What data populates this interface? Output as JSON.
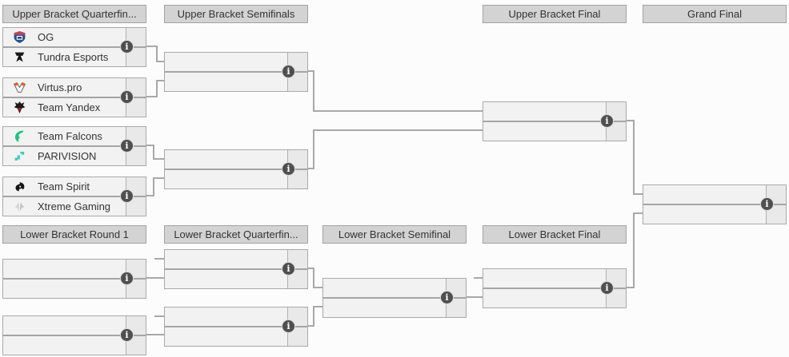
{
  "round_headers": {
    "upper_bracket_quarterfinals": "Upper Bracket Quarterfin...",
    "upper_bracket_semifinals": "Upper Bracket Semifinals",
    "upper_bracket_final": "Upper Bracket Final",
    "grand_final": "Grand Final",
    "lower_bracket_round1": "Lower Bracket Round 1",
    "lower_bracket_quarterfinals": "Lower Bracket Quarterfin...",
    "lower_bracket_semifinal": "Lower Bracket Semifinal",
    "lower_bracket_final": "Lower Bracket Final"
  },
  "icons": {
    "info": "i"
  },
  "colors": {
    "box_fill": "#f2f2f2",
    "box_border": "#a9a9a9",
    "score_fill": "#e9e9e9",
    "header_fill": "#d3d3d3",
    "connector": "#a8a8a8",
    "info_badge": "#4f4f4f",
    "team_falcons_green": "#1ec283",
    "parivision_teal": "#2fd0bd",
    "virtus_pro_orange": "#ff5900",
    "og_blue": "#274f8d",
    "og_red": "#c9444d",
    "yandex_red": "#cf1322"
  },
  "matches": {
    "ub_qf1": {
      "team1": {
        "name": "OG",
        "score": ""
      },
      "team2": {
        "name": "Tundra Esports",
        "score": ""
      }
    },
    "ub_qf2": {
      "team1": {
        "name": "Virtus.pro",
        "score": ""
      },
      "team2": {
        "name": "Team Yandex",
        "score": ""
      }
    },
    "ub_qf3": {
      "team1": {
        "name": "Team Falcons",
        "score": ""
      },
      "team2": {
        "name": "PARIVISION",
        "score": ""
      }
    },
    "ub_qf4": {
      "team1": {
        "name": "Team Spirit",
        "score": ""
      },
      "team2": {
        "name": "Xtreme Gaming",
        "score": ""
      }
    },
    "ub_sf1": {
      "team1": {
        "name": "",
        "score": ""
      },
      "team2": {
        "name": "",
        "score": ""
      }
    },
    "ub_sf2": {
      "team1": {
        "name": "",
        "score": ""
      },
      "team2": {
        "name": "",
        "score": ""
      }
    },
    "ub_final": {
      "team1": {
        "name": "",
        "score": ""
      },
      "team2": {
        "name": "",
        "score": ""
      }
    },
    "grand_final": {
      "team1": {
        "name": "",
        "score": ""
      },
      "team2": {
        "name": "",
        "score": ""
      }
    },
    "lb_r1_m1": {
      "team1": {
        "name": "",
        "score": ""
      },
      "team2": {
        "name": "",
        "score": ""
      }
    },
    "lb_r1_m2": {
      "team1": {
        "name": "",
        "score": ""
      },
      "team2": {
        "name": "",
        "score": ""
      }
    },
    "lb_qf1": {
      "team1": {
        "name": "",
        "score": ""
      },
      "team2": {
        "name": "",
        "score": ""
      }
    },
    "lb_qf2": {
      "team1": {
        "name": "",
        "score": ""
      },
      "team2": {
        "name": "",
        "score": ""
      }
    },
    "lb_sf": {
      "team1": {
        "name": "",
        "score": ""
      },
      "team2": {
        "name": "",
        "score": ""
      }
    },
    "lb_final": {
      "team1": {
        "name": "",
        "score": ""
      },
      "team2": {
        "name": "",
        "score": ""
      }
    }
  }
}
